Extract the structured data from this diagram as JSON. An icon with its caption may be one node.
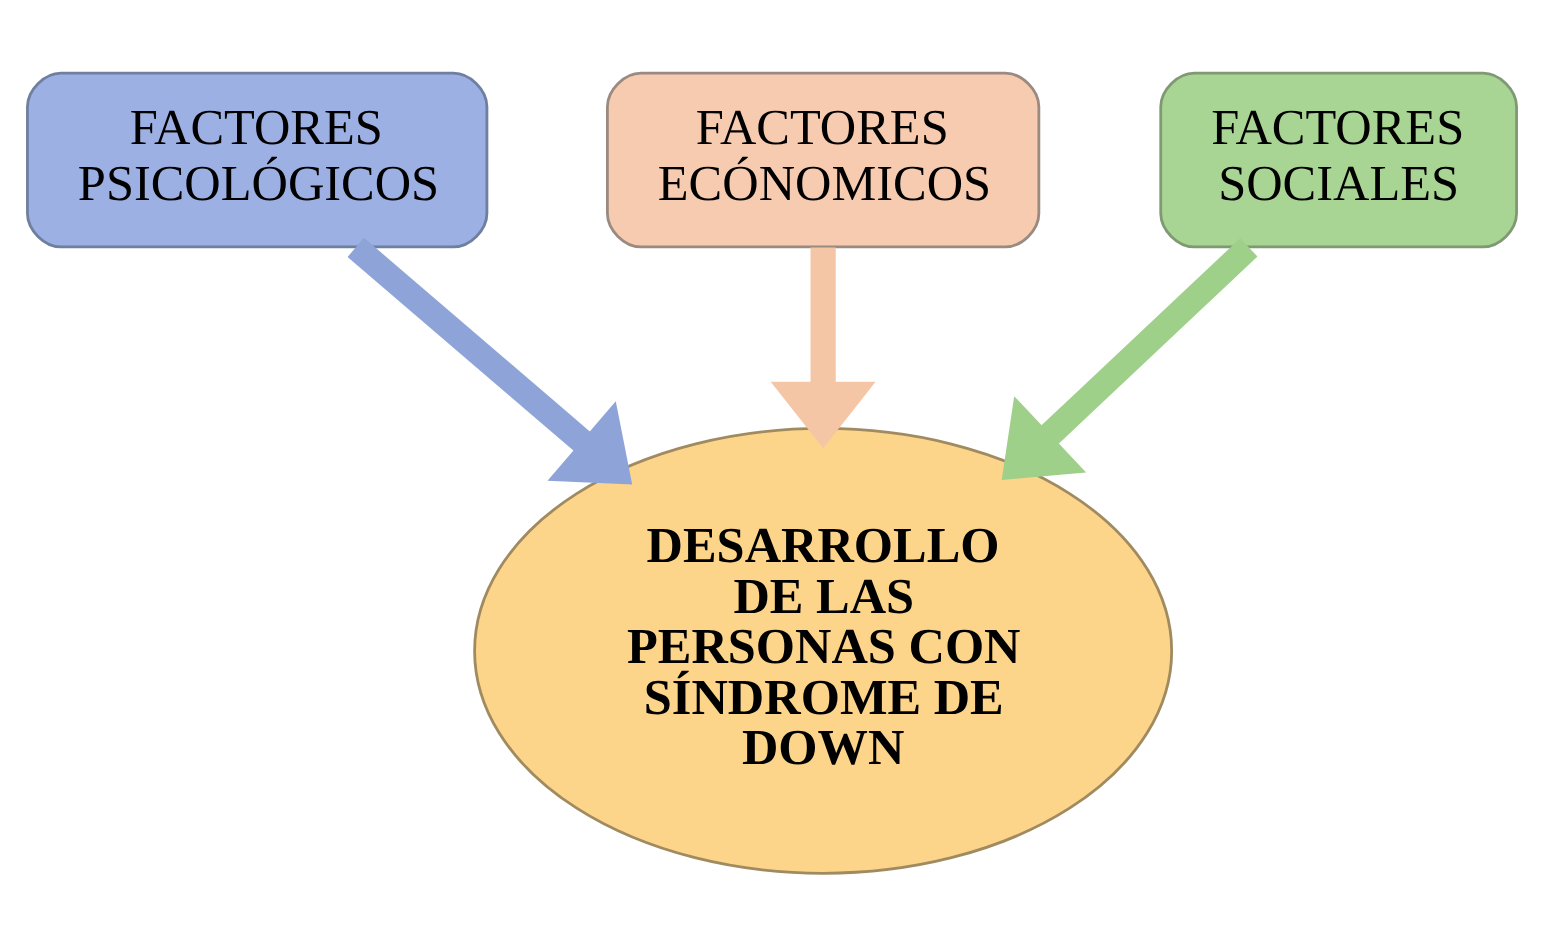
{
  "diagram": {
    "nodes": [
      {
        "text": [
          "FACTORES PSICOLÓGICOS"
        ]
      },
      {
        "text": [
          "FACTORES ECÓNOMICOS"
        ]
      },
      {
        "text": [
          "FACTORES SOCIALES"
        ]
      },
      {
        "text": [
          "DESARROLLO DE LAS PERSONAS CON SÍNDROME DE DOWN"
        ]
      }
    ],
    "edges": [
      {
        "from": 0,
        "to": 3,
        "arrow": "to",
        "color": "#8ea3d8"
      },
      {
        "from": 1,
        "to": 3,
        "arrow": "to",
        "color": "#f5c6a5"
      },
      {
        "from": 2,
        "to": 3,
        "arrow": "to",
        "color": "#9fd08a"
      }
    ]
  }
}
